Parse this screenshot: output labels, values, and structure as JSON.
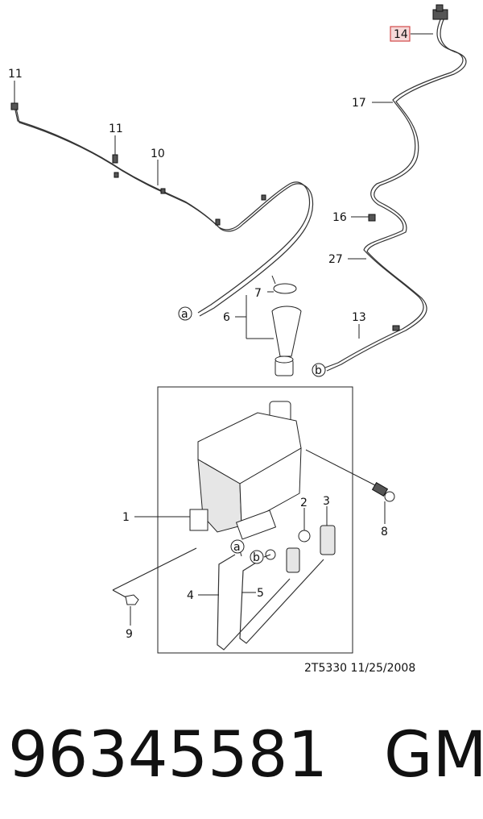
{
  "diagram": {
    "callouts": {
      "c11a": "11",
      "c11b": "11",
      "c10": "10",
      "c14": "14",
      "c17": "17",
      "c16": "16",
      "c27": "27",
      "c13": "13",
      "c7": "7",
      "c6": "6",
      "c1": "1",
      "c2": "2",
      "c3": "3",
      "c8": "8",
      "c4": "4",
      "c5": "5",
      "c9": "9"
    },
    "connectors": {
      "a_top": "a",
      "b_top": "b",
      "a_tank": "a",
      "b_tank": "b"
    },
    "highlight_color": "#d24a4a",
    "highlight_fill": "#f6d9d9",
    "drawing_ref": "2T5330  11/25/2008"
  },
  "footer": {
    "part_number": "96345581",
    "brand": "GM"
  }
}
